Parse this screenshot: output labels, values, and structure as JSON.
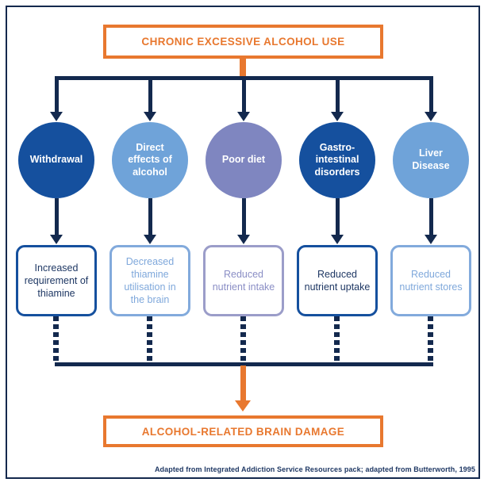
{
  "colors": {
    "orange": "#E8782F",
    "navy": "#13294E",
    "frame_navy": "#14294D",
    "blue_dark": "#15509E",
    "blue_light": "#6FA3D9",
    "purple": "#7F86C0",
    "border_light": "#82AADC",
    "border_purple": "#9B9DC9",
    "text_dark": "#1F3864",
    "text_light": "#7FA8DB",
    "text_purple": "#8A8EC5"
  },
  "diagram": {
    "title": "CHRONIC EXCESSIVE ALCOHOL USE",
    "outcome": "ALCOHOL-RELATED BRAIN DAMAGE",
    "caption": "Adapted from Integrated Addiction Service Resources pack; adapted from Butterworth, 1995",
    "columns": [
      {
        "cause": "Withdrawal",
        "effect": "Increased requirement of thiamine"
      },
      {
        "cause": "Direct effects of alcohol",
        "effect": "Decreased thiamine utilisation in the brain"
      },
      {
        "cause": "Poor diet",
        "effect": "Reduced nutrient intake"
      },
      {
        "cause": "Gastro-intestinal disorders",
        "effect": "Reduced nutrient uptake"
      },
      {
        "cause": "Liver Disease",
        "effect": "Reduced nutrient stores"
      }
    ]
  }
}
